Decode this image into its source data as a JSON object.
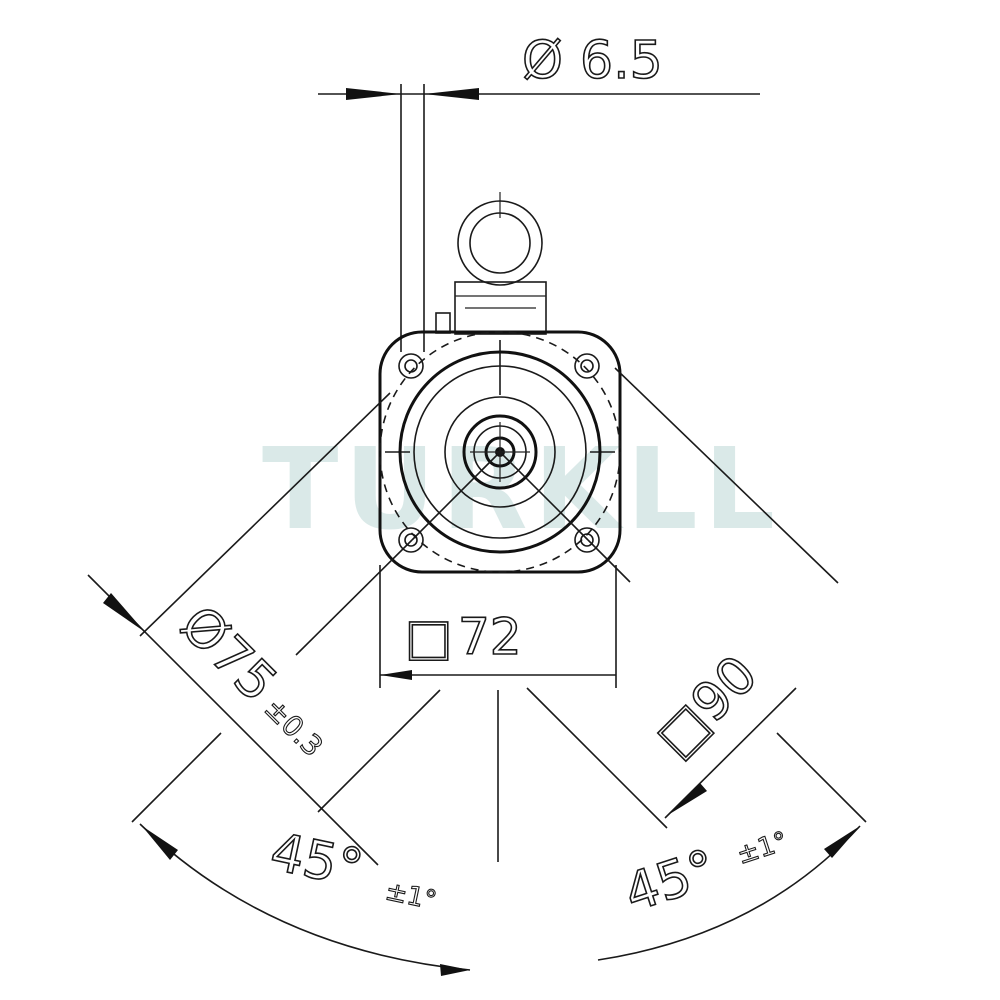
{
  "dimensions": {
    "hole_diameter": {
      "symbol": "Ø",
      "value": "6.5"
    },
    "pitch_circle": {
      "symbol": "Ø",
      "value": "75",
      "tolerance": "±0.3"
    },
    "flange_square": {
      "symbol": "□",
      "value": "72"
    },
    "outer_square": {
      "symbol": "□",
      "value": "90"
    },
    "angle_left": {
      "value": "45°",
      "tolerance": "±1°"
    },
    "angle_right": {
      "value": "45°",
      "tolerance": "±1°"
    }
  },
  "watermark": {
    "text": "TURKLL",
    "color": "#bcd8d6"
  }
}
